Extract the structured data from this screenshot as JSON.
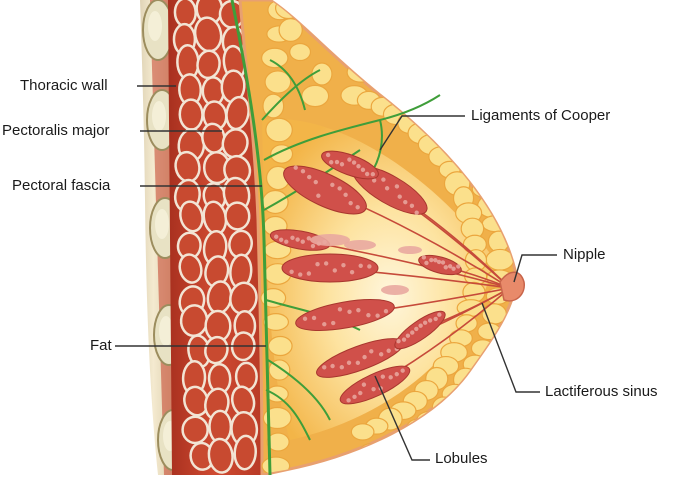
{
  "labels": {
    "thoracic_wall": "Thoracic wall",
    "pectoralis_major": "Pectoralis major",
    "pectoral_fascia": "Pectoral fascia",
    "fat": "Fat",
    "ligaments_of_cooper": "Ligaments of Cooper",
    "nipple": "Nipple",
    "lactiferous_sinus": "Lactiferous sinus",
    "lobules": "Lobules"
  },
  "colors": {
    "rib": "#e8e2c4",
    "rib_outline": "#9c8d5e",
    "intercostal": "#b03422",
    "muscle": "#c8442c",
    "muscle_dark": "#9e2a1c",
    "fascia": "#3a9a38",
    "fat": "#f6c45a",
    "fat_lobule": "#fbe08c",
    "gland": "#d0504a",
    "gland_light": "#e9a8a0",
    "duct": "#c64a3a",
    "skin": "#f2a27a",
    "leader": "#333333"
  }
}
